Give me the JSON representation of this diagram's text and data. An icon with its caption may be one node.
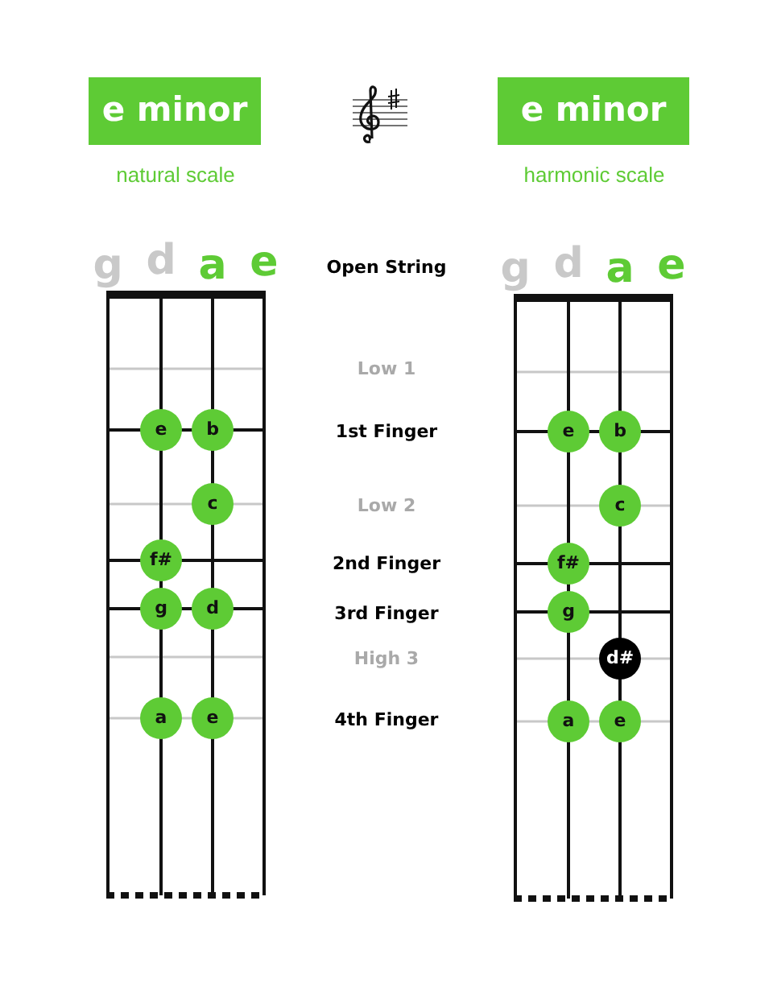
{
  "diagram": {
    "nodes": [
      {
        "text": [
          "e minor"
        ],
        "beside": [
          "natural scale"
        ]
      },
      {
        "text": [
          "e minor"
        ],
        "beside": [
          "harmonic scale"
        ]
      },
      {
        "text": [],
        "shape": "box"
      },
      {
        "text": [
          "e"
        ],
        "in": 2
      },
      {
        "text": [
          "b"
        ],
        "in": 2
      },
      {
        "text": [
          "c"
        ],
        "in": 2
      },
      {
        "text": [
          "f#"
        ],
        "in": 2
      },
      {
        "text": [
          "g"
        ],
        "in": 2
      },
      {
        "text": [
          "d"
        ],
        "in": 2
      },
      {
        "text": [
          "a"
        ],
        "in": 2
      },
      {
        "text": [
          "e"
        ],
        "in": 2
      },
      {
        "text": [],
        "shape": "box"
      },
      {
        "text": [
          "e"
        ],
        "in": 11
      },
      {
        "text": [
          "b"
        ],
        "in": 11
      },
      {
        "text": [
          "c"
        ],
        "in": 11
      },
      {
        "text": [
          "f#"
        ],
        "in": 11
      },
      {
        "text": [
          "g"
        ],
        "in": 11
      },
      {
        "text": [
          "d#"
        ],
        "in": 11
      },
      {
        "text": [
          "a"
        ],
        "in": 11
      },
      {
        "text": [
          "e"
        ],
        "in": 11
      }
    ],
    "edges": [],
    "labels": [
      "g",
      "d",
      "a",
      "e",
      "Open String",
      "g",
      "d",
      "a",
      "e",
      "Low 1",
      "1st Finger",
      "Low 2",
      "2nd Finger",
      "3rd Finger",
      "High 3",
      "4th Finger"
    ]
  }
}
